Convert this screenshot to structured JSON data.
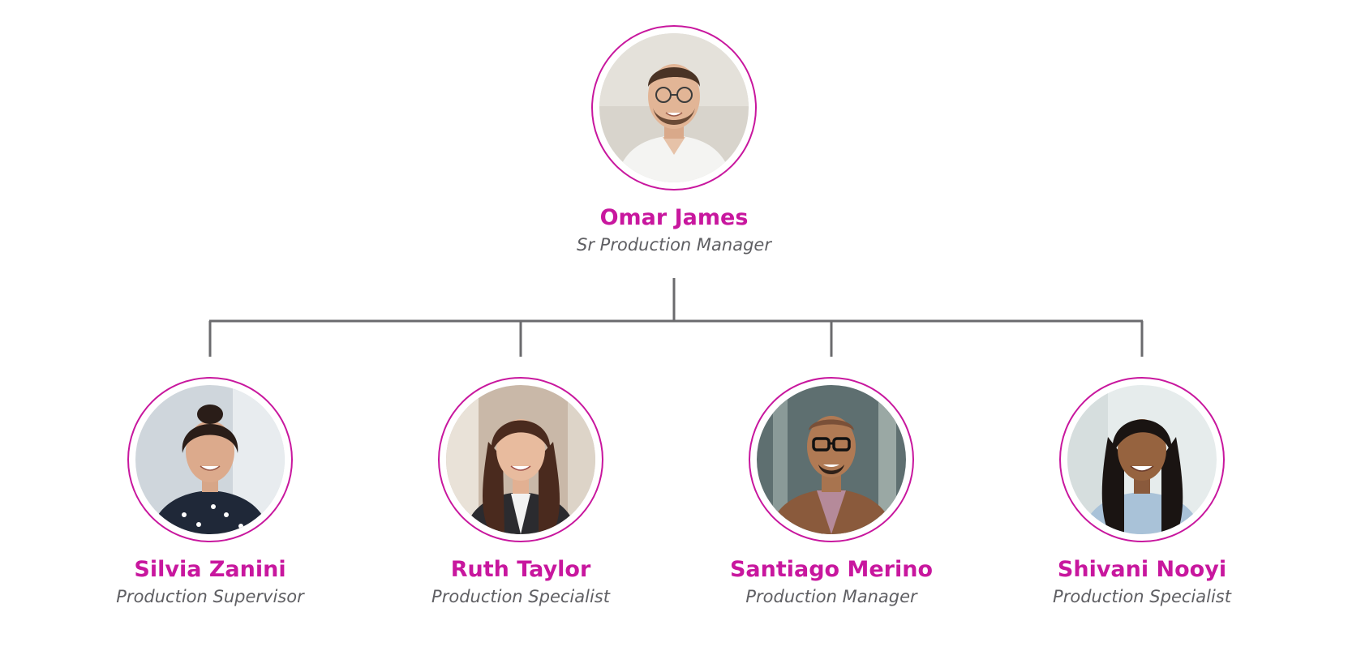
{
  "colors": {
    "accent": "#c8179e",
    "role_text": "#5f5f63",
    "connector": "#6b6b6e"
  },
  "root": {
    "name": "Omar James",
    "role": "Sr Production Manager",
    "photo": "portrait-man-glasses-white-shirt"
  },
  "reports": [
    {
      "name": "Silvia Zanini",
      "role": "Production Supervisor",
      "photo": "portrait-woman-dark-hair-polka-dot-blouse"
    },
    {
      "name": "Ruth Taylor",
      "role": "Production Specialist",
      "photo": "portrait-woman-long-brown-hair-blazer"
    },
    {
      "name": "Santiago Merino",
      "role": "Production Manager",
      "photo": "portrait-man-glasses-brown-blazer"
    },
    {
      "name": "Shivani Nooyi",
      "role": "Production Specialist",
      "photo": "portrait-woman-long-black-hair-striped-shirt"
    }
  ]
}
